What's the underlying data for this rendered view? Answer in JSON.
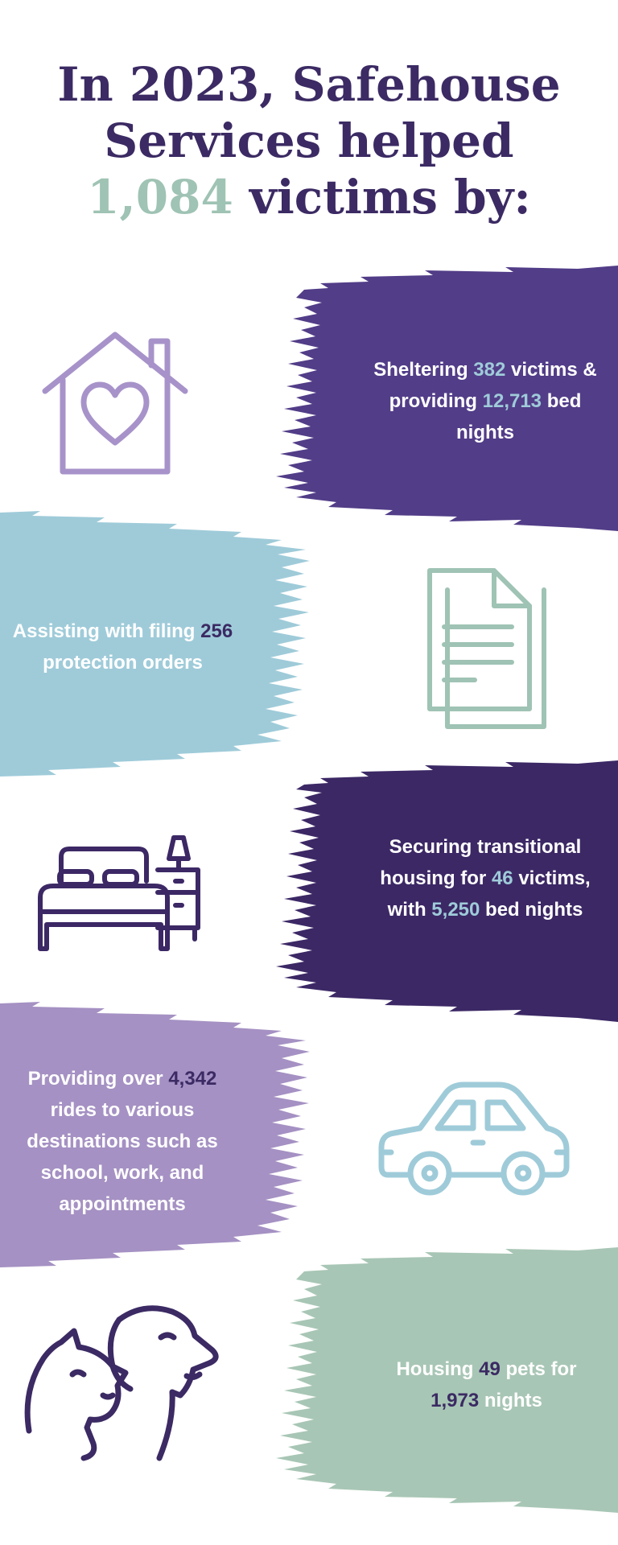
{
  "header": {
    "line1": "In 2023, Safehouse",
    "line2": "Services helped",
    "victims_count": "1,084",
    "line3_rest": " victims by:"
  },
  "colors": {
    "navy": "#3b2a63",
    "purple": "#523d88",
    "deep_purple": "#3c2865",
    "lavender": "#a591c3",
    "lavender_icon": "#a793c9",
    "sky": "#9fcbd9",
    "sage": "#a8c6b5",
    "sage_icon": "#9fc3b4",
    "white": "#ffffff"
  },
  "items": [
    {
      "icon": "house-heart-icon",
      "parts": [
        "Sheltering ",
        "382",
        " victims & providing ",
        "12,713",
        " bed nights"
      ]
    },
    {
      "icon": "document-icon",
      "parts": [
        "Assisting with filing ",
        "256",
        " protection orders"
      ]
    },
    {
      "icon": "bed-nightstand-icon",
      "parts": [
        "Securing transitional housing for ",
        "46",
        " victims, with ",
        "5,250",
        " bed nights"
      ]
    },
    {
      "icon": "car-icon",
      "parts": [
        "Providing over ",
        "4,342",
        " rides to various destinations such as school, work, and appointments"
      ]
    },
    {
      "icon": "dog-cat-icon",
      "parts": [
        "Housing ",
        "49",
        " pets for ",
        "1,973",
        " nights"
      ]
    }
  ]
}
